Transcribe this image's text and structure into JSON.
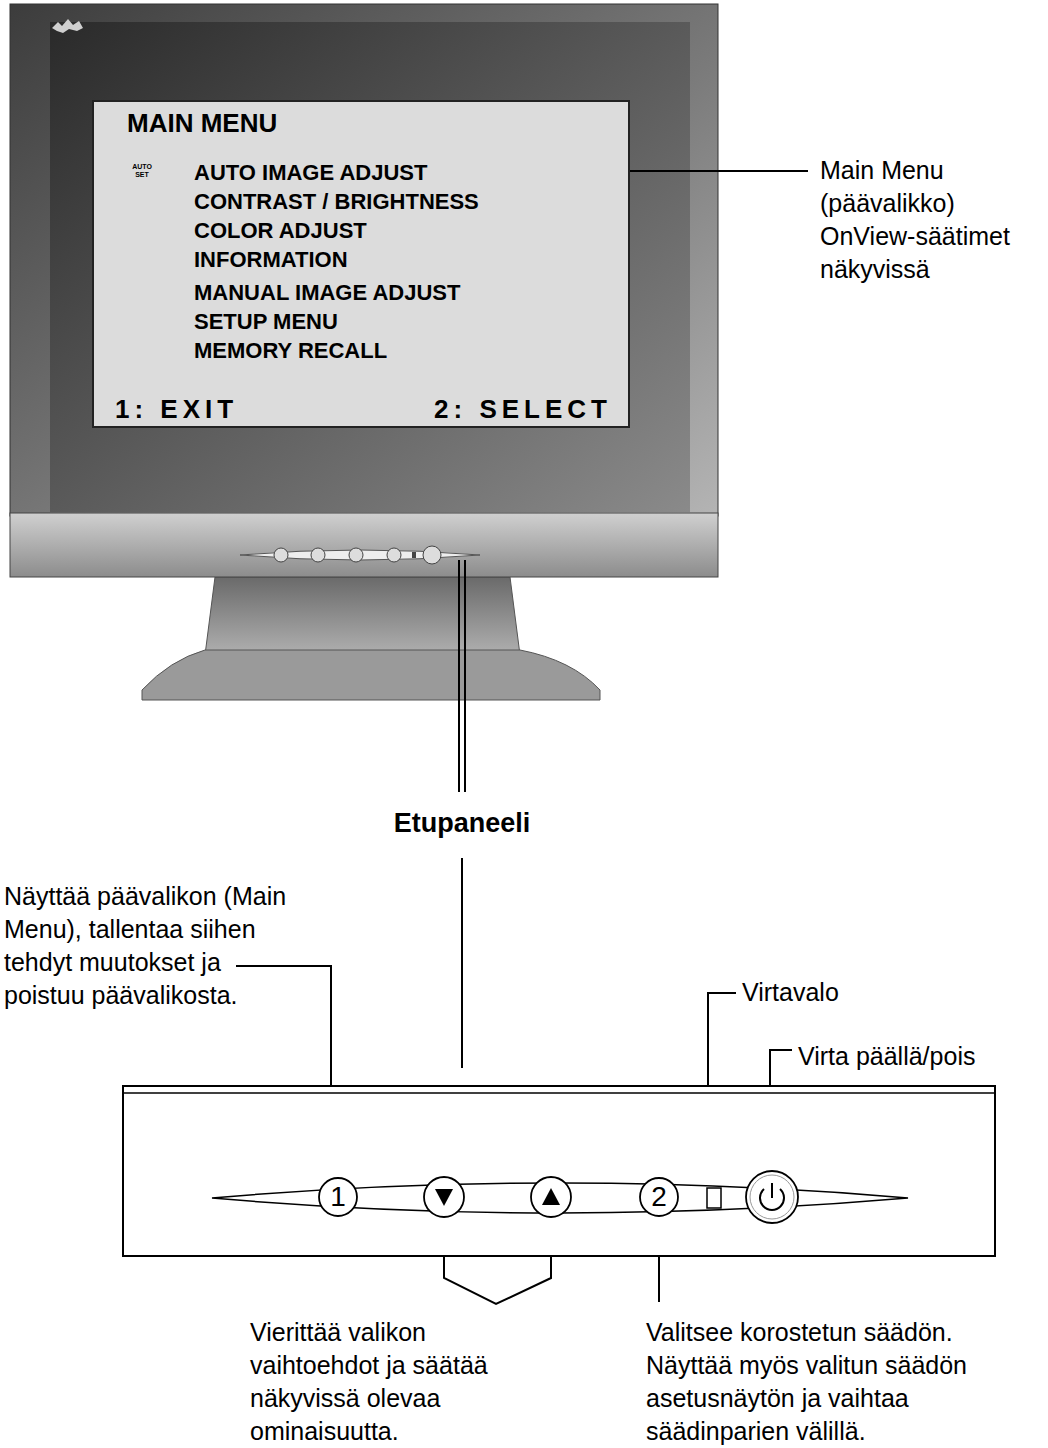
{
  "diagram": {
    "nodes": [
      {
        "text": [
          "MAIN MENU",
          "AUTO IMAGE ADJUST",
          "CONTRAST / BRIGHTNESS",
          "COLOR ADJUST",
          "INFORMATION",
          "MANUAL IMAGE ADJUST",
          "SETUP MENU",
          "MEMORY RECALL",
          "1: EXIT",
          "2: SELECT"
        ]
      },
      {
        "text": [
          "1"
        ]
      },
      {
        "text": [
          "2"
        ]
      }
    ],
    "labels": [
      "AUTO SET",
      "Main Menu (päävalikko) OnView-säätimet näkyvissä",
      "Etupaneeli",
      "Näyttää päävalikon (Main Menu), tallentaa siihen tehdyt muutokset ja poistuu päävalikosta.",
      "Virtavalo",
      "Virta päällä/pois",
      "Vierittää valikon vaihtoehdot ja säätää näkyvissä olevaa ominaisuutta.",
      "Valitsee korostetun säädön. Näyttää myös valitun säädön asetusnäytön ja vaihtaa säädinparien välillä."
    ]
  }
}
